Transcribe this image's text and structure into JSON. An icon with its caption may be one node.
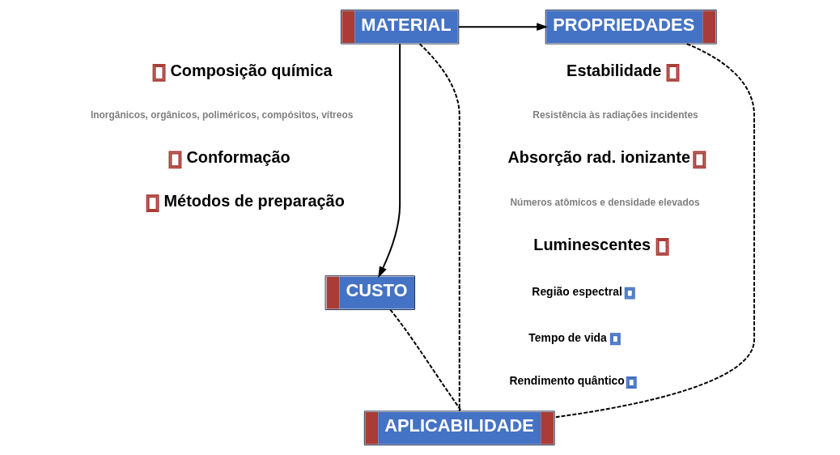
{
  "diagram": {
    "nodes": [
      {
        "text": [
          "MATERIAL"
        ]
      },
      {
        "text": [
          "PROPRIEDADES"
        ]
      },
      {
        "text": [
          "CUSTO"
        ]
      },
      {
        "text": [
          "APLICABILIDADE"
        ]
      }
    ],
    "edges": [
      {
        "from": 0,
        "to": 1,
        "arrow": "to"
      },
      {
        "from": 0,
        "to": 2,
        "arrow": "to"
      },
      {
        "from": 0,
        "to": 3,
        "arrow": "none",
        "style": "dashed"
      },
      {
        "from": 2,
        "to": 3,
        "arrow": "none",
        "style": "dashed"
      },
      {
        "from": 1,
        "to": 3,
        "arrow": "none",
        "style": "dashed"
      }
    ],
    "labels": [
      "Composição química",
      "Inorgânicos, orgânicos, poliméricos, compósitos, vítreos",
      "Conformação",
      "Métodos de preparação",
      "Estabilidade",
      "Resistência às radiações incidentes",
      "Absorção rad. ionizante",
      "Números atômicos e densidade elevados",
      "Luminescentes",
      "Região espectral",
      "Tempo de vida",
      "Rendimento quântico"
    ]
  }
}
